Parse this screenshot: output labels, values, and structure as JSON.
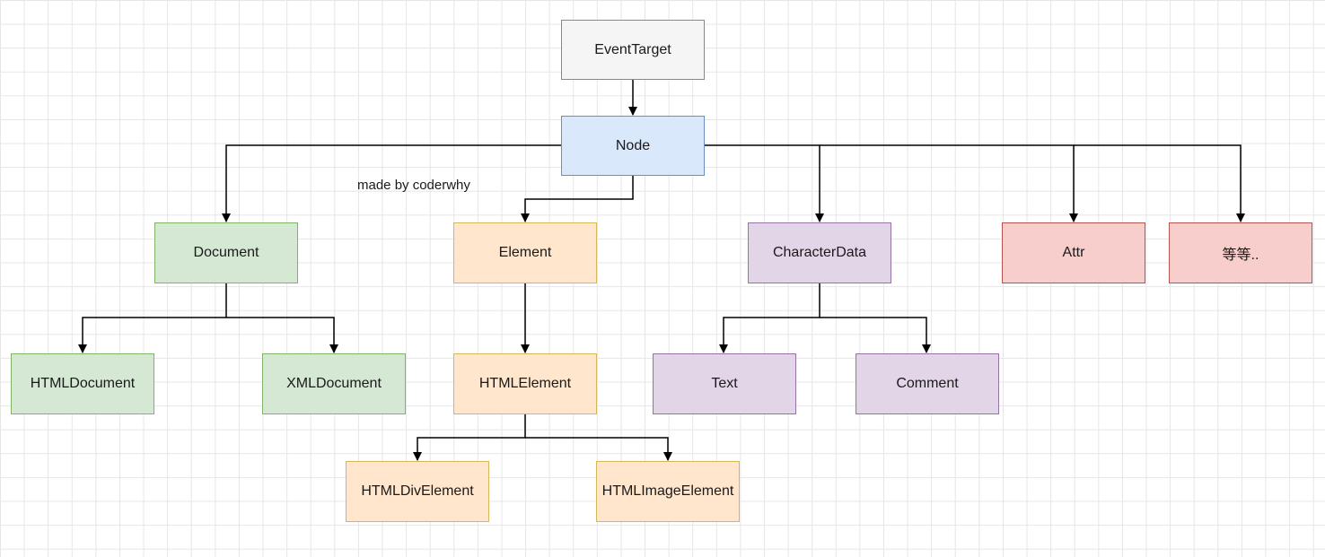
{
  "watermark": "made by coderwhy",
  "nodes": {
    "event_target": "EventTarget",
    "node": "Node",
    "document": "Document",
    "element": "Element",
    "character_data": "CharacterData",
    "attr": "Attr",
    "etc": "等等..",
    "html_document": "HTMLDocument",
    "xml_document": "XMLDocument",
    "html_element": "HTMLElement",
    "text": "Text",
    "comment": "Comment",
    "html_div_element": "HTMLDivElement",
    "html_image_element": "HTMLImageElement"
  },
  "colors": {
    "gray_fill": "#f5f5f5",
    "blue_fill": "#dae8fc",
    "green_fill": "#d5e8d4",
    "orange_fill": "#ffe6cc",
    "purple_fill": "#e1d5e7",
    "red_fill": "#f8cecc",
    "connector": "#000000"
  },
  "edges": [
    [
      "event_target",
      "node"
    ],
    [
      "node",
      "document"
    ],
    [
      "node",
      "element"
    ],
    [
      "node",
      "character_data"
    ],
    [
      "node",
      "attr"
    ],
    [
      "node",
      "etc"
    ],
    [
      "document",
      "html_document"
    ],
    [
      "document",
      "xml_document"
    ],
    [
      "element",
      "html_element"
    ],
    [
      "html_element",
      "html_div_element"
    ],
    [
      "html_element",
      "html_image_element"
    ],
    [
      "character_data",
      "text"
    ],
    [
      "character_data",
      "comment"
    ]
  ]
}
